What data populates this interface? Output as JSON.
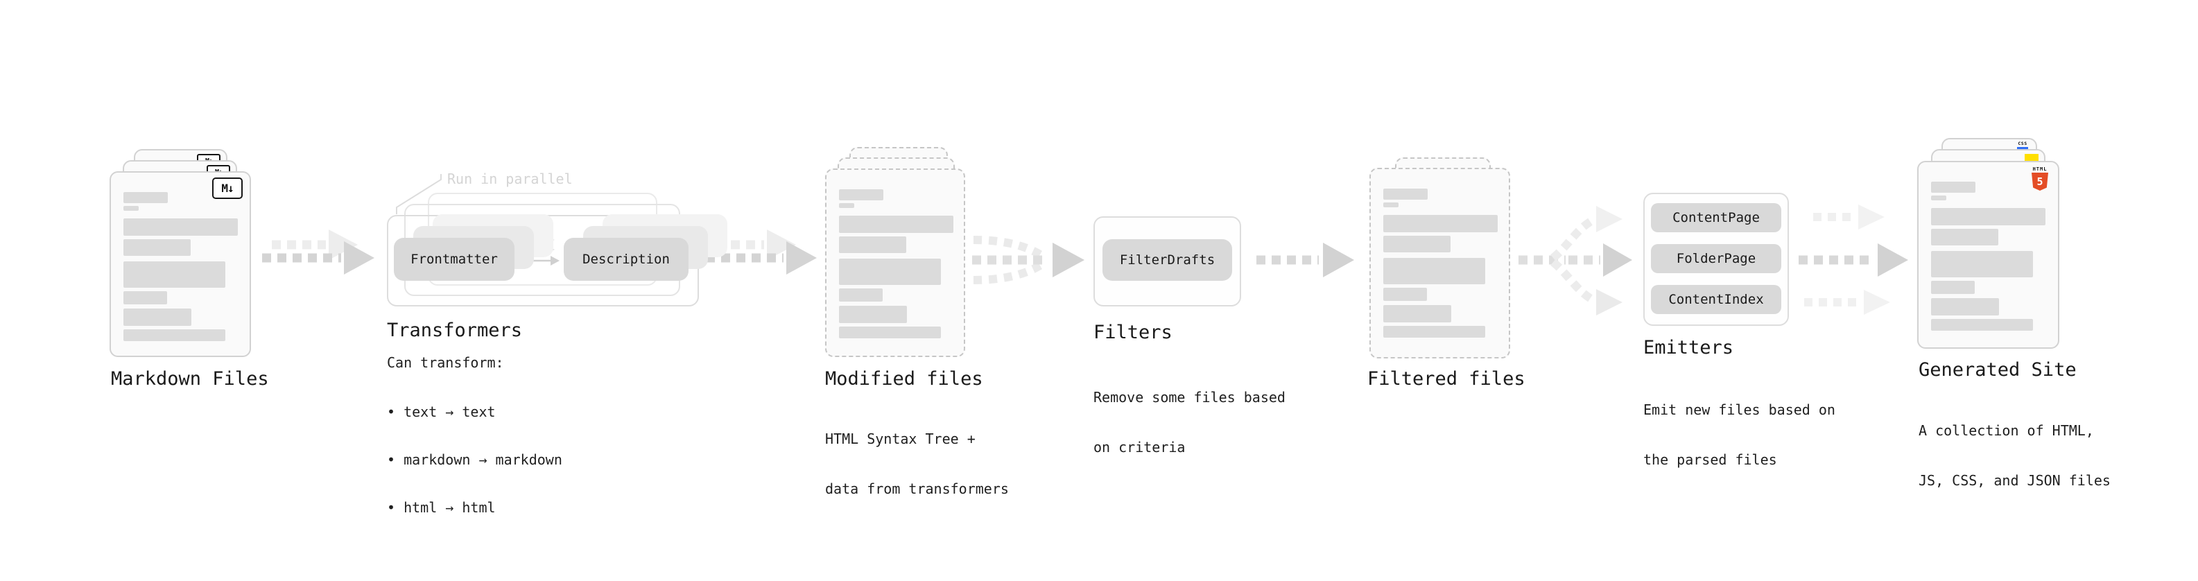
{
  "stages": {
    "markdown_files": {
      "label": "Markdown Files",
      "badge": "M↓"
    },
    "transformers": {
      "label": "Transformers",
      "note": "Run in parallel",
      "chips": [
        "Frontmatter",
        "Description"
      ],
      "description_title": "Can transform:",
      "bullets": [
        "• text → text",
        "• markdown → markdown",
        "• html → html"
      ]
    },
    "modified_files": {
      "label": "Modified files",
      "description": [
        "HTML Syntax Tree +",
        "data from transformers"
      ]
    },
    "filters": {
      "label": "Filters",
      "chips": [
        "FilterDrafts"
      ],
      "description": [
        "Remove some files based",
        "on criteria"
      ]
    },
    "filtered_files": {
      "label": "Filtered files"
    },
    "emitters": {
      "label": "Emitters",
      "chips": [
        "ContentPage",
        "FolderPage",
        "ContentIndex"
      ],
      "description": [
        "Emit new files based on",
        "the parsed files"
      ]
    },
    "generated_site": {
      "label": "Generated Site",
      "description": [
        "A collection of HTML,",
        "JS, CSS, and JSON files"
      ],
      "badges": {
        "html_label": "HTML",
        "html_number": "5",
        "css_label": "CSS"
      }
    }
  },
  "colors": {
    "html5_orange": "#e44d26",
    "js_yellow": "#ffdf00",
    "css_blue": "#2f6df6",
    "bar_gray": "#dbdbdb",
    "arrow_gray": "#d2d2d2",
    "chip_gray": "#d9d9d9"
  }
}
